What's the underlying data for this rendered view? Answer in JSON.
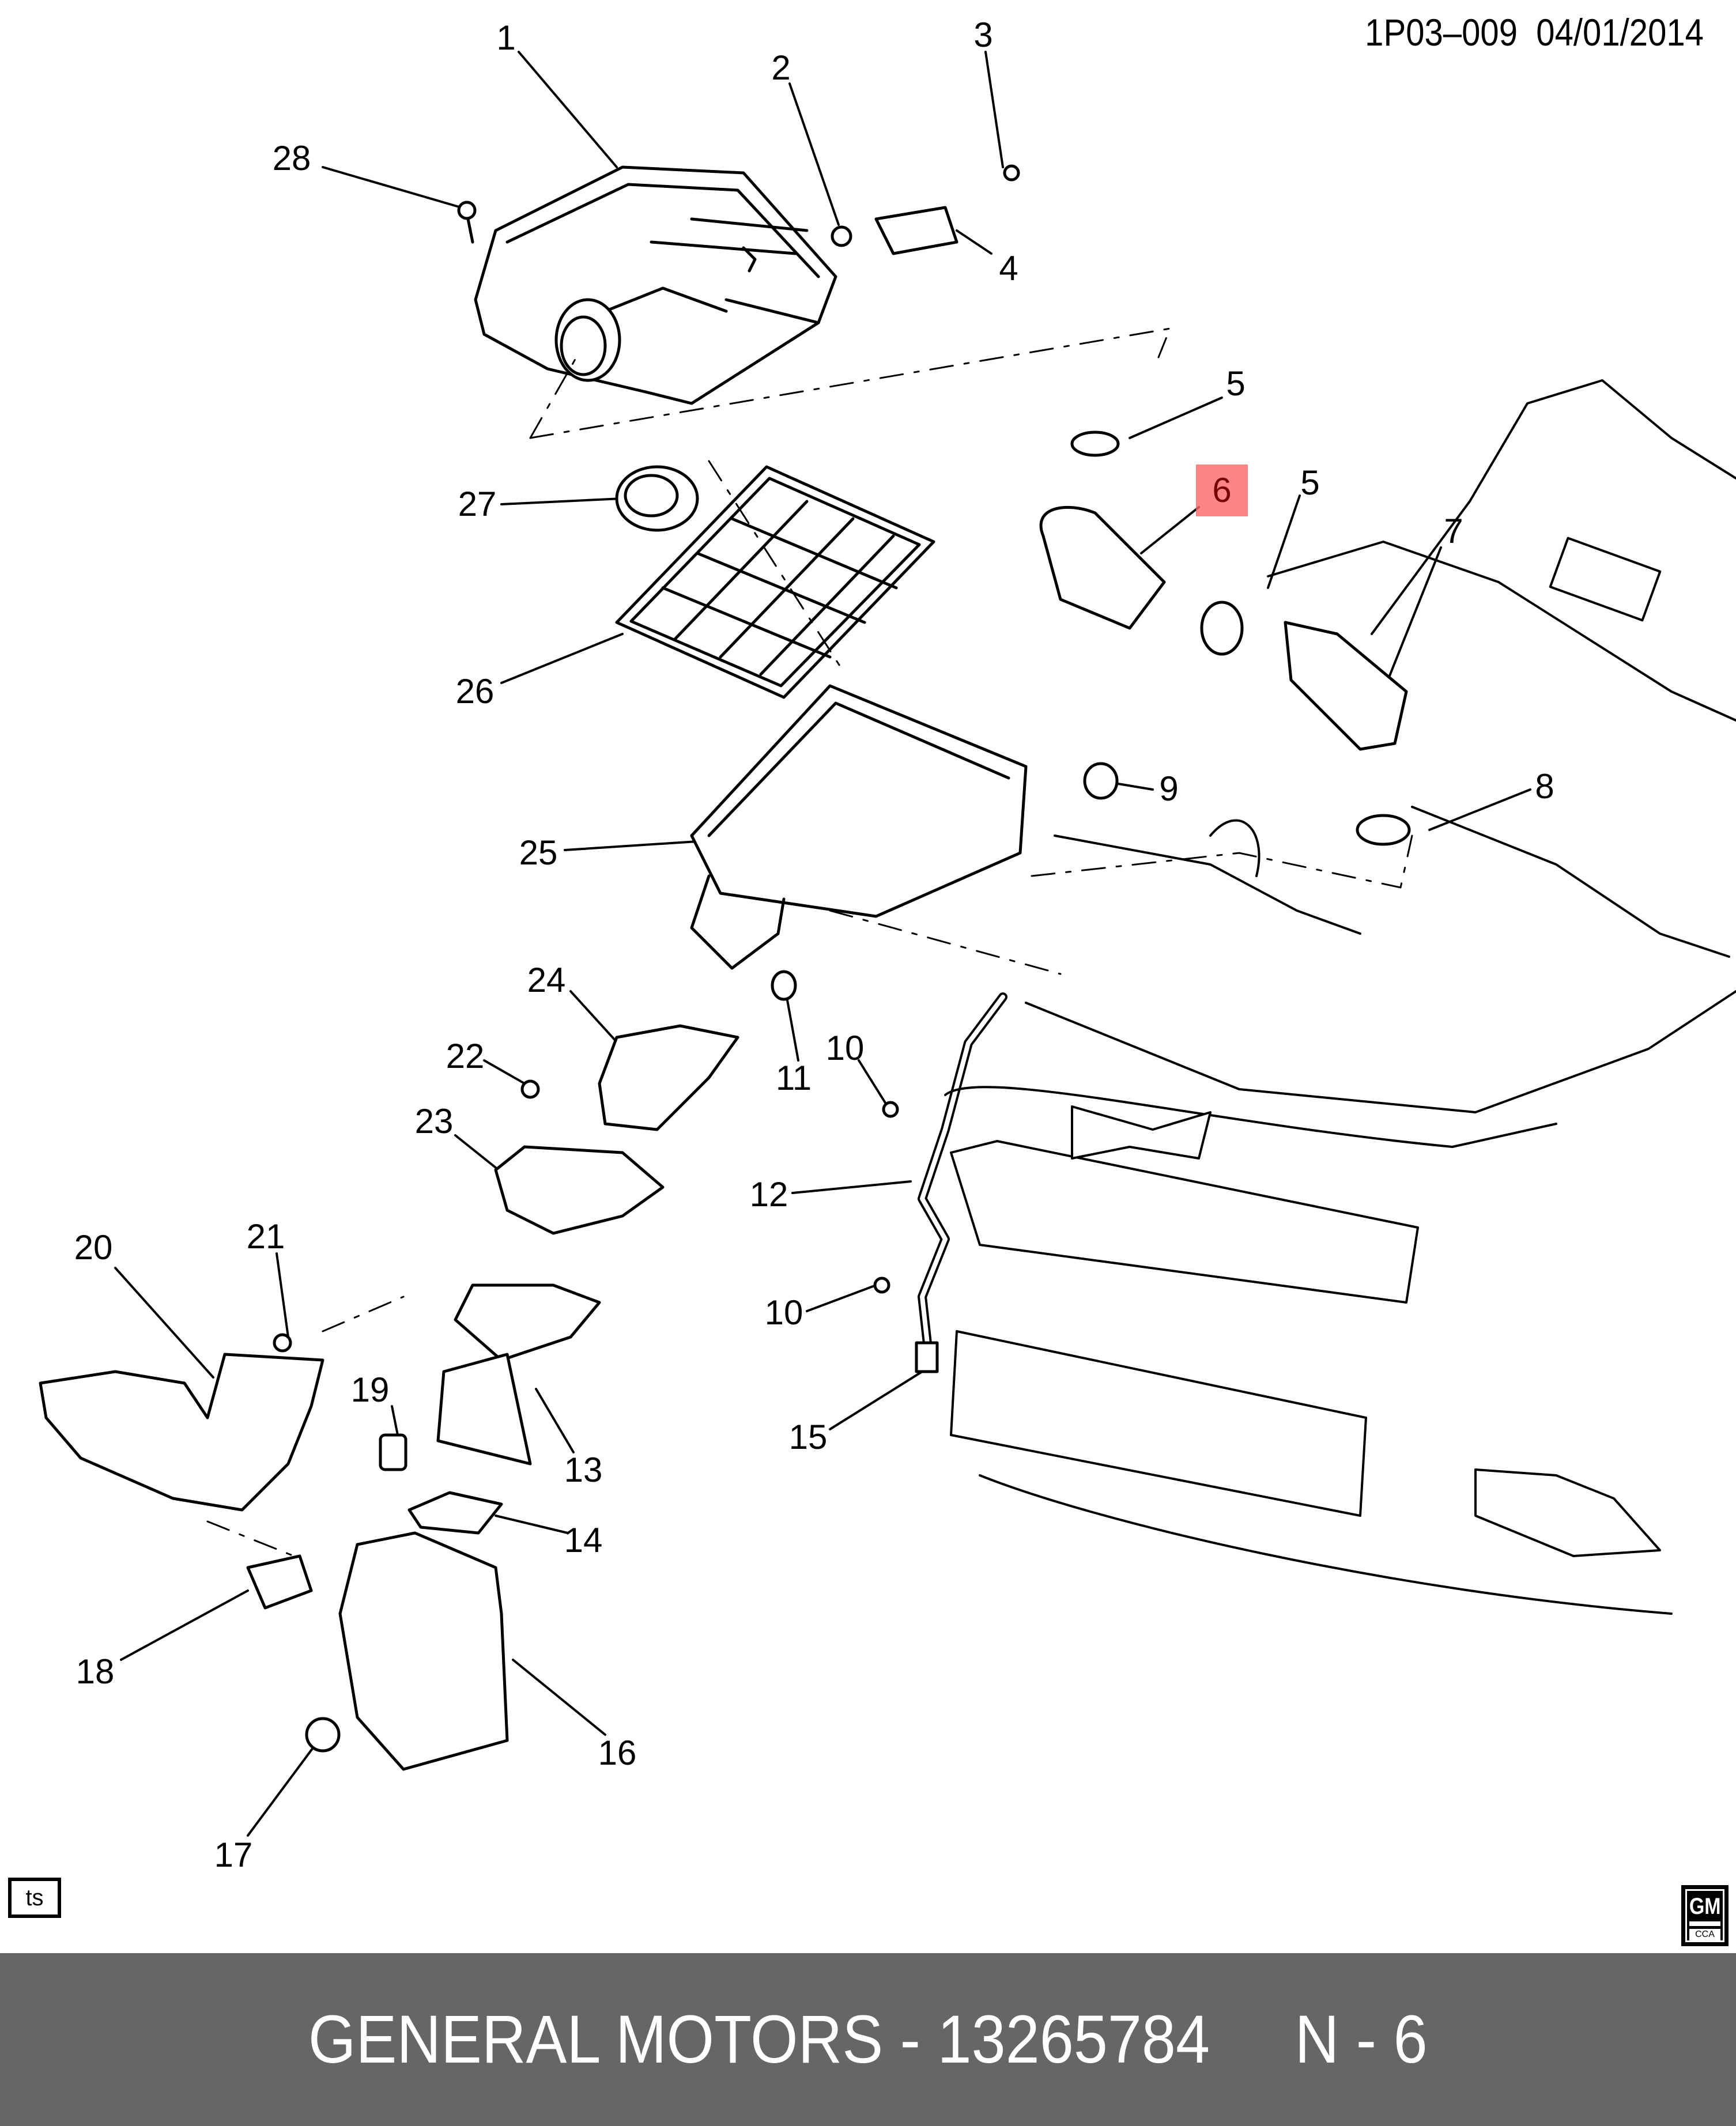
{
  "header": {
    "diagram_code": "1P03–009",
    "date": "04/01/2014"
  },
  "highlight_color": "#ff6666",
  "callouts": [
    {
      "label": "1",
      "highlighted": false
    },
    {
      "label": "2",
      "highlighted": false
    },
    {
      "label": "3",
      "highlighted": false
    },
    {
      "label": "4",
      "highlighted": false
    },
    {
      "label": "28",
      "highlighted": false
    },
    {
      "label": "5",
      "highlighted": false
    },
    {
      "label": "6",
      "highlighted": true
    },
    {
      "label": "5",
      "highlighted": false
    },
    {
      "label": "7",
      "highlighted": false
    },
    {
      "label": "27",
      "highlighted": false
    },
    {
      "label": "26",
      "highlighted": false
    },
    {
      "label": "9",
      "highlighted": false
    },
    {
      "label": "8",
      "highlighted": false
    },
    {
      "label": "25",
      "highlighted": false
    },
    {
      "label": "24",
      "highlighted": false
    },
    {
      "label": "22",
      "highlighted": false
    },
    {
      "label": "11",
      "highlighted": false
    },
    {
      "label": "10",
      "highlighted": false
    },
    {
      "label": "23",
      "highlighted": false
    },
    {
      "label": "12",
      "highlighted": false
    },
    {
      "label": "21",
      "highlighted": false
    },
    {
      "label": "20",
      "highlighted": false
    },
    {
      "label": "10",
      "highlighted": false
    },
    {
      "label": "19",
      "highlighted": false
    },
    {
      "label": "15",
      "highlighted": false
    },
    {
      "label": "13",
      "highlighted": false
    },
    {
      "label": "14",
      "highlighted": false
    },
    {
      "label": "18",
      "highlighted": false
    },
    {
      "label": "16",
      "highlighted": false
    },
    {
      "label": "17",
      "highlighted": false
    }
  ],
  "corner_badge": {
    "text": "ts"
  },
  "logo": {
    "brand": "GM",
    "sub": "CCA"
  },
  "footer": {
    "text": "GENERAL MOTORS - 13265784     N - 6",
    "background": "#666666"
  }
}
